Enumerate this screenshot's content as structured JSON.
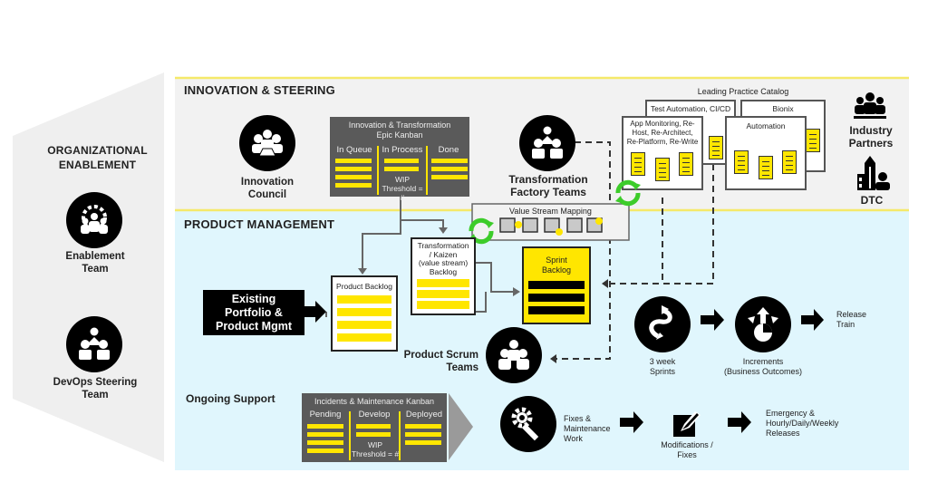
{
  "left_panel": {
    "title_line1": "ORGANIZATIONAL",
    "title_line2": "ENABLEMENT",
    "enablement_team": {
      "line1": "Enablement",
      "line2": "Team",
      "icon": "gear-team-icon"
    },
    "devops_team": {
      "line1": "DevOps Steering",
      "line2": "Team",
      "icon": "team-hierarchy-icon"
    }
  },
  "innovation": {
    "title": "INNOVATION & STEERING",
    "council": {
      "line1": "Innovation",
      "line2": "Council",
      "icon": "meeting-laptop-icon"
    },
    "kanban": {
      "title_line1": "Innovation & Transformation",
      "title_line2": "Epic Kanban",
      "columns": [
        "In Queue",
        "In Process",
        "Done"
      ],
      "wip_line1": "WIP",
      "wip_line2": "Threshold = #"
    },
    "factory": {
      "line1": "Transformation",
      "line2": "Factory Teams",
      "icon": "team-hierarchy-icon"
    },
    "catalog": {
      "title": "Leading Practice Catalog",
      "cards": [
        {
          "title": "Test Automation, CI/CD"
        },
        {
          "title": "Bionix"
        },
        {
          "title_line1": "App Monitoring, Re-",
          "title_line2": "Host, Re-Architect,",
          "title_line3": "Re-Platform, Re-Write"
        },
        {
          "title": "Automation"
        }
      ]
    },
    "partners": {
      "line1": "Industry",
      "line2": "Partners",
      "icon": "group-people-icon"
    },
    "dtc": {
      "label": "DTC",
      "icon": "building-person-icon"
    }
  },
  "product": {
    "title": "PRODUCT MANAGEMENT",
    "existing": {
      "line1": "Existing",
      "line2": "Portfolio &",
      "line3": "Product Mgmt"
    },
    "product_backlog": {
      "title": "Product Backlog"
    },
    "transformation_backlog": {
      "line1": "Transformation",
      "line2": "/ Kaizen",
      "line3": "(value stream)",
      "line4": "Backlog"
    },
    "value_stream": {
      "title": "Value Stream Mapping"
    },
    "sprint_backlog": {
      "line1": "Sprint",
      "line2": "Backlog"
    },
    "scrum_teams": {
      "line1": "Product Scrum",
      "line2": "Teams",
      "icon": "team-icon"
    },
    "sprints": {
      "line1": "3 week",
      "line2": "Sprints",
      "icon": "iteration-arrow-icon"
    },
    "increments": {
      "line1": "Increments",
      "line2": "(Business Outcomes)",
      "icon": "increment-arrows-icon"
    },
    "release": {
      "line1": "Release",
      "line2": "Train"
    }
  },
  "support": {
    "title": "Ongoing Support",
    "kanban": {
      "title": "Incidents & Maintenance Kanban",
      "columns": [
        "Pending",
        "Develop",
        "Deployed"
      ],
      "wip_line1": "WIP",
      "wip_line2": "Threshold = #"
    },
    "fixes_work": {
      "line1": "Fixes &",
      "line2": "Maintenance",
      "line3": "Work",
      "icon": "gear-wrench-icon"
    },
    "modifications": {
      "line1": "Modifications /",
      "line2": "Fixes",
      "icon": "edit-pencil-icon"
    },
    "releases": {
      "line1": "Emergency &",
      "line2": "Hourly/Daily/Weekly",
      "line3": "Releases"
    }
  },
  "colors": {
    "accent_yellow": "#ffe600",
    "panel_gray": "#f2f2f2",
    "panel_blue": "#e0f6fd",
    "kanban_gray": "#5a5a5a",
    "cycle_green": "#3dcc2a"
  }
}
